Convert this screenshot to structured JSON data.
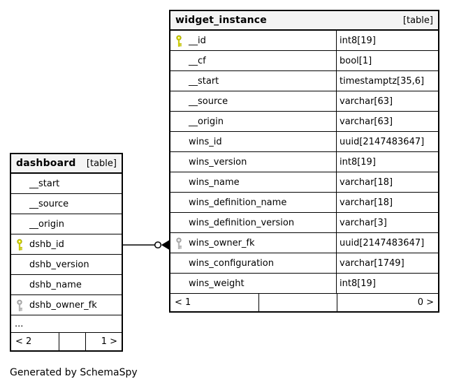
{
  "diagram": {
    "generated_by": "Generated by SchemaSpy"
  },
  "tables": {
    "widget_instance": {
      "name": "widget_instance",
      "type_label": "[table]",
      "columns": [
        {
          "name": "__id",
          "type": "int8[19]",
          "key": "primary"
        },
        {
          "name": "__cf",
          "type": "bool[1]",
          "key": ""
        },
        {
          "name": "__start",
          "type": "timestamptz[35,6]",
          "key": ""
        },
        {
          "name": "__source",
          "type": "varchar[63]",
          "key": ""
        },
        {
          "name": "__origin",
          "type": "varchar[63]",
          "key": ""
        },
        {
          "name": "wins_id",
          "type": "uuid[2147483647]",
          "key": ""
        },
        {
          "name": "wins_version",
          "type": "int8[19]",
          "key": ""
        },
        {
          "name": "wins_name",
          "type": "varchar[18]",
          "key": ""
        },
        {
          "name": "wins_definition_name",
          "type": "varchar[18]",
          "key": ""
        },
        {
          "name": "wins_definition_version",
          "type": "varchar[3]",
          "key": ""
        },
        {
          "name": "wins_owner_fk",
          "type": "uuid[2147483647]",
          "key": "foreign"
        },
        {
          "name": "wins_configuration",
          "type": "varchar[1749]",
          "key": ""
        },
        {
          "name": "wins_weight",
          "type": "int8[19]",
          "key": ""
        }
      ],
      "footer": {
        "left": "< 1",
        "middle": "",
        "right": "0 >"
      }
    },
    "dashboard": {
      "name": "dashboard",
      "type_label": "[table]",
      "columns": [
        {
          "name": "__start",
          "key": ""
        },
        {
          "name": "__source",
          "key": ""
        },
        {
          "name": "__origin",
          "key": ""
        },
        {
          "name": "dshb_id",
          "key": "primary"
        },
        {
          "name": "dshb_version",
          "key": ""
        },
        {
          "name": "dshb_name",
          "key": ""
        },
        {
          "name": "dshb_owner_fk",
          "key": "foreign"
        }
      ],
      "ellipsis": "...",
      "footer": {
        "left": "< 2",
        "middle": "",
        "right": "1 >"
      }
    }
  },
  "relationship": {
    "from_table": "dashboard",
    "from_column": "dshb_id",
    "to_table": "widget_instance",
    "to_column": "wins_owner_fk"
  },
  "colors": {
    "background": "#ffffff",
    "header_bg": "#f4f4f4",
    "border": "#000000",
    "pk_key": "#e1e100",
    "pk_key_stroke": "#a0a000",
    "fk_key": "#c8c8c8",
    "fk_key_stroke": "#909090"
  }
}
